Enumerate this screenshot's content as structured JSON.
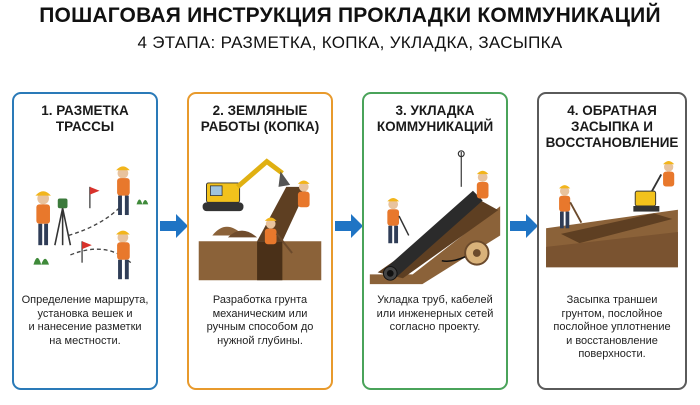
{
  "header": {
    "title": "ПОШАГОВАЯ ИНСТРУКЦИЯ ПРОКЛАДКИ КОММУНИКАЦИЙ",
    "subtitle": "4 ЭТАПА: РАЗМЕТКА, КОПКА, УКЛАДКА, ЗАСЫПКА"
  },
  "steps": [
    {
      "title_lines": [
        "1. РАЗМЕТКА",
        "ТРАССЫ"
      ],
      "desc_lines": [
        "Определение маршрута,",
        "установка вешек и",
        "и нанесение разметки",
        "на местности."
      ],
      "border_color": "#2a7ab8"
    },
    {
      "title_lines": [
        "2. ЗЕМЛЯНЫЕ",
        "РАБОТЫ (КОПКА)"
      ],
      "desc_lines": [
        "Разработка грунта",
        "механическим или",
        "ручным способом до",
        "нужной глубины."
      ],
      "border_color": "#e89a2c"
    },
    {
      "title_lines": [
        "3. УКЛАДКА",
        "КОММУНИКАЦИЙ"
      ],
      "desc_lines": [
        "Укладка труб, кабелей",
        "или инженерных сетей",
        "согласно проекту."
      ],
      "border_color": "#4aa35a"
    },
    {
      "title_lines": [
        "4. ОБРАТНАЯ",
        "ЗАСЫПКА И",
        "ВОССТАНОВЛЕНИЕ"
      ],
      "desc_lines": [
        "Засыпка траншеи",
        "грунтом, послойное",
        "послойное уплотнение",
        "и восстановление",
        "поверхности."
      ],
      "border_color": "#5a5a5a"
    }
  ],
  "colors": {
    "arrow": "#1f74c4",
    "soil": "#8b6239",
    "soil_dark": "#5e3f22",
    "worker_vest": "#e8782c",
    "helmet": "#f2b51c",
    "excavator": "#f2c21c",
    "pipe": "#2b2b2b"
  },
  "icons": [
    "arrow-right-icon",
    "surveyor-icon",
    "flag-icon",
    "excavator-icon",
    "trench-icon",
    "pipe-icon",
    "cable-reel-icon",
    "compactor-icon",
    "shovel-icon"
  ]
}
